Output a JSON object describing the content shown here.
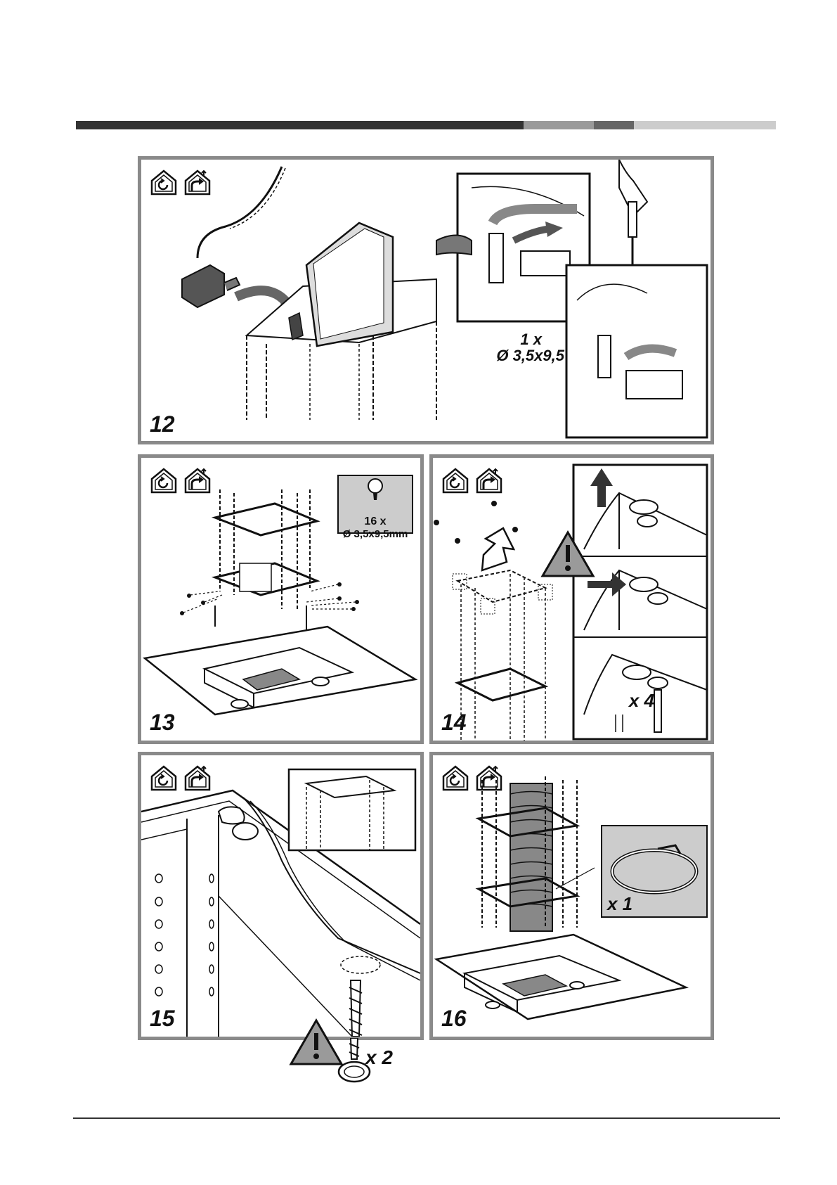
{
  "header_bar": {
    "colors": [
      "#333333",
      "#9a9a9a",
      "#666666",
      "#cccccc"
    ]
  },
  "panels": [
    {
      "step": "12",
      "mode_icons": [
        "recirculation-icon",
        "extraction-icon"
      ],
      "screw_qty": "1 x",
      "screw_size": "Ø 3,5x9,5"
    },
    {
      "step": "13",
      "mode_icons": [
        "recirculation-icon",
        "extraction-icon"
      ],
      "screw_qty": "16 x",
      "screw_size": "Ø 3,5x9,5mm"
    },
    {
      "step": "14",
      "mode_icons": [
        "recirculation-icon",
        "extraction-icon"
      ],
      "warning": "!",
      "multiplier": "x 4"
    },
    {
      "step": "15",
      "mode_icons": [
        "recirculation-icon",
        "extraction-icon"
      ],
      "warning": "!",
      "multiplier": "x 2"
    },
    {
      "step": "16",
      "mode_icons": [
        "recirculation-icon",
        "extraction-icon"
      ],
      "multiplier": "x 1"
    }
  ]
}
